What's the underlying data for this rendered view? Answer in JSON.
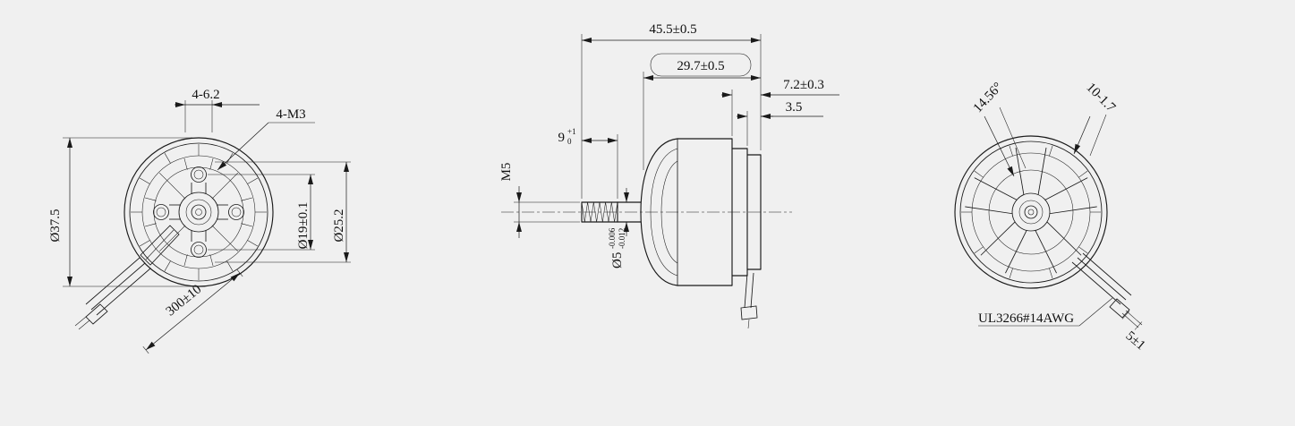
{
  "colors": {
    "background": "#f0f0f0",
    "line": "#1a1a1a"
  },
  "drawing": {
    "front": {
      "outer_dia": "Ø37.5",
      "hole_pattern": "4-6.2",
      "screw_spec": "4-M3",
      "bolt_circle": "Ø19±0.1",
      "boss_dia": "Ø25.2",
      "wire_length": "300±10"
    },
    "side": {
      "total_length": "45.5±0.5",
      "body_length": "29.7±0.5",
      "rear_length": "7.2±0.3",
      "flange_thickness": "3.5",
      "thread_length": "9",
      "thread_tol_upper": "+1",
      "thread_tol_lower": "0",
      "thread_spec": "M5",
      "shaft_dia": "Ø5",
      "shaft_tol_upper": "-0.006",
      "shaft_tol_lower": "-0.012"
    },
    "rear": {
      "spoke_angle": "14.56°",
      "slot_pattern": "10-1.7",
      "wire_spec": "UL3266#14AWG",
      "wire_strip_length": "5±1"
    }
  }
}
